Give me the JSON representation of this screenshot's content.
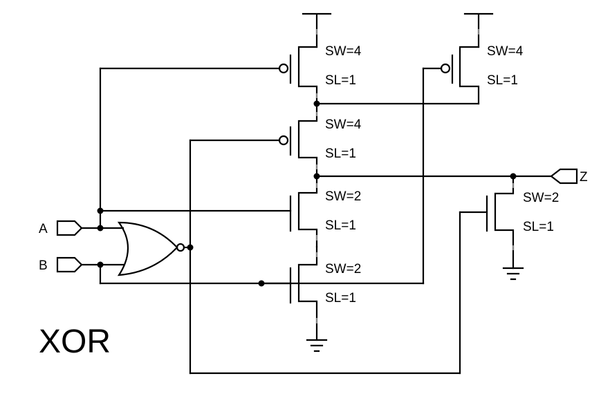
{
  "title": "XOR",
  "inputs": {
    "a": "A",
    "b": "B"
  },
  "output": "Z",
  "transistors": {
    "p1": {
      "sw": "SW=4",
      "sl": "SL=1"
    },
    "p2": {
      "sw": "SW=4",
      "sl": "SL=1"
    },
    "p3": {
      "sw": "SW=4",
      "sl": "SL=1"
    },
    "n1": {
      "sw": "SW=2",
      "sl": "SL=1"
    },
    "n2": {
      "sw": "SW=2",
      "sl": "SL=1"
    },
    "n3": {
      "sw": "SW=2",
      "sl": "SL=1"
    }
  }
}
